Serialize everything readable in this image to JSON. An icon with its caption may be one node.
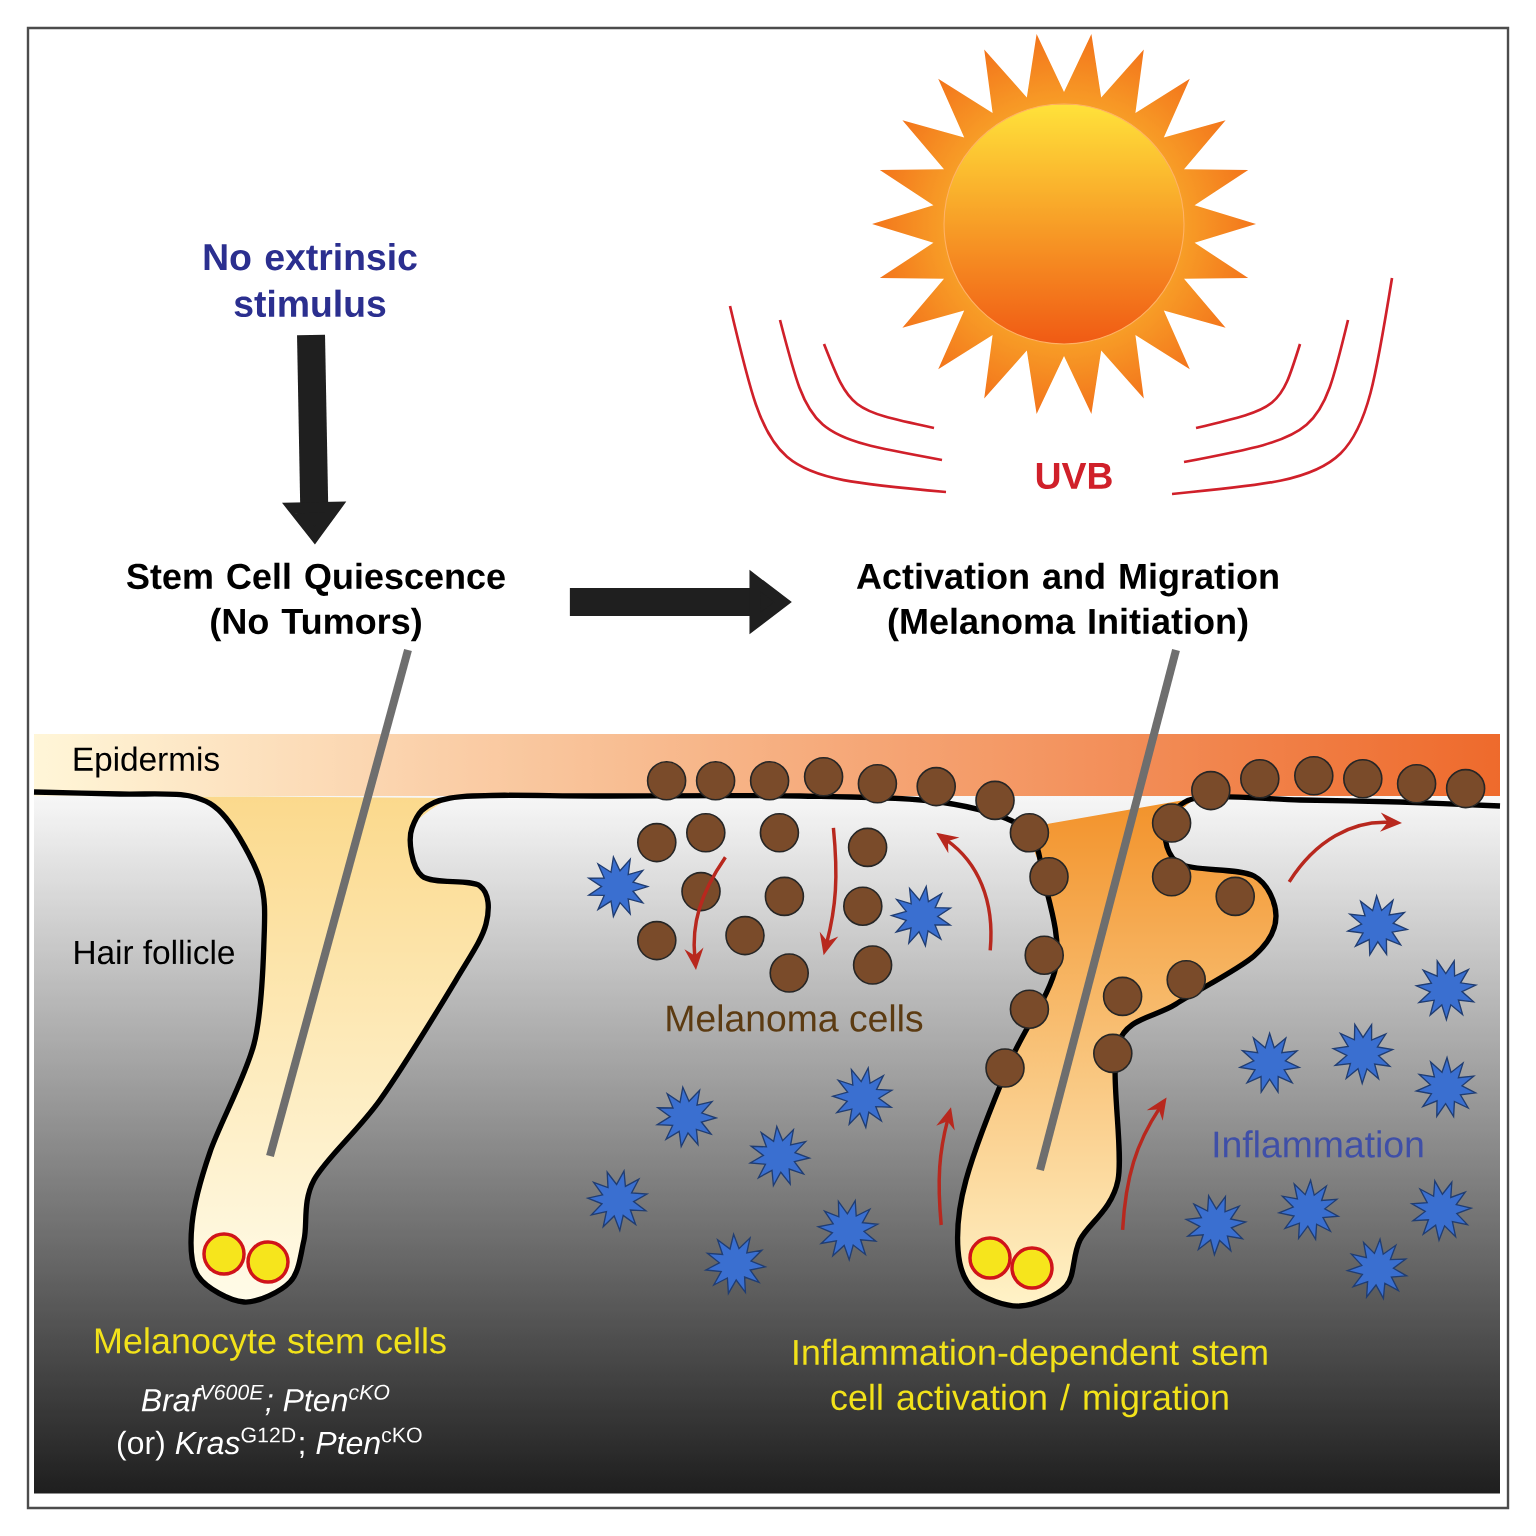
{
  "diagram": {
    "nodes": [
      {
        "text": [
          "No extrinsic stimulus"
        ]
      },
      {
        "text": [
          "Stem Cell Quiescence (No Tumors)"
        ]
      },
      {
        "text": [
          "Activation and Migration (Melanoma Initiation)"
        ]
      }
    ],
    "edges": [
      {
        "from": 0,
        "to": 1,
        "arrow": "to"
      },
      {
        "from": 1,
        "to": 2,
        "arrow": "to"
      }
    ],
    "labels": [
      "UVB",
      "Epidermis",
      "Hair follicle",
      "Melanoma cells",
      "Inflammation",
      "Melanocyte stem cells",
      "Braf$^{V600E}$; Pten$^{cKO}$",
      "(or) *Kras*$^{G12D}$; *Pten*$^{cKO}$",
      "Inflammation-dependent stem cell activation / migration"
    ]
  }
}
